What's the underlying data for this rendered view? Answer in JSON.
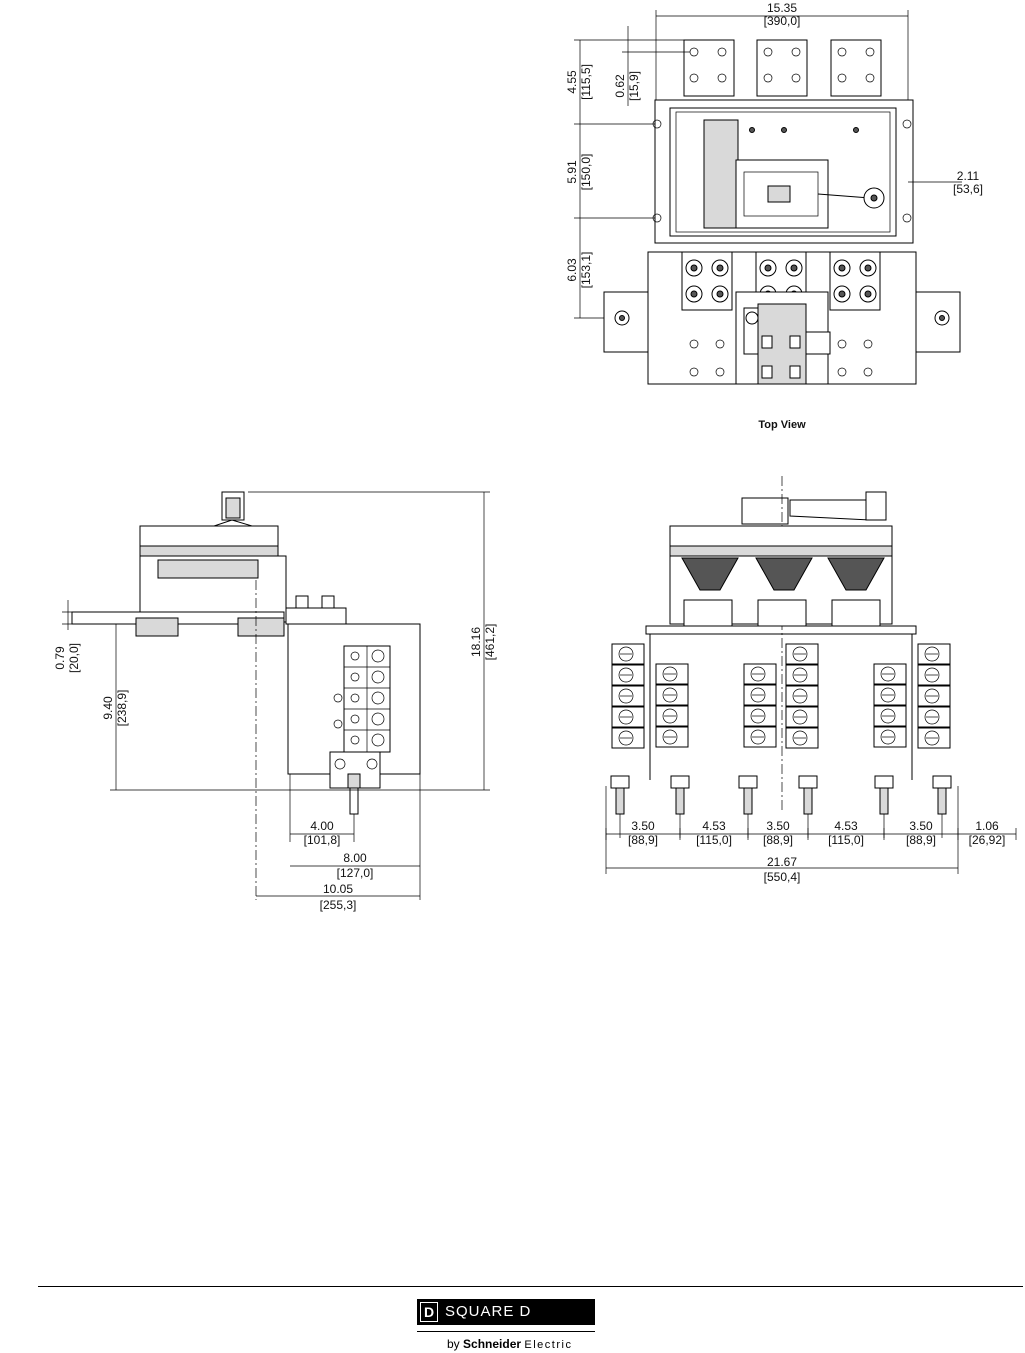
{
  "top_view": {
    "title": "Top View",
    "dims": {
      "overall_width": "15.35",
      "overall_width_mm": "[390,0]",
      "d455": "4.55",
      "d455_mm": "[115,5]",
      "d062": "0.62",
      "d062_mm": "[15,9]",
      "d591": "5.91",
      "d591_mm": "[150,0]",
      "d603": "6.03",
      "d603_mm": "[153,1]",
      "d211": "2.11",
      "d211_mm": "[53,6]"
    }
  },
  "side_view": {
    "dims": {
      "d079": "0.79",
      "d079_mm": "[20,0]",
      "d940": "9.40",
      "d940_mm": "[238,9]",
      "d1816": "18.16",
      "d1816_mm": "[461,2]",
      "d400": "4.00",
      "d400_mm": "[101,8]",
      "d800": "8.00",
      "d800_mm": "[127,0]",
      "d1005": "10.05",
      "d1005_mm": "[255,3]"
    }
  },
  "front_view": {
    "spacings": [
      {
        "value": "3.50",
        "mm": "[88,9]"
      },
      {
        "value": "4.53",
        "mm": "[115,0]"
      },
      {
        "value": "3.50",
        "mm": "[88,9]"
      },
      {
        "value": "4.53",
        "mm": "[115,0]"
      },
      {
        "value": "3.50",
        "mm": "[88,9]"
      },
      {
        "value": "1.06",
        "mm": "[26,92]"
      }
    ],
    "overall": "21.67",
    "overall_mm": "[550,4]"
  },
  "footer": {
    "brand_letter": "D",
    "brand_name": "SQUARE D",
    "by": "by",
    "parent": "Schneider",
    "parent_suffix": "Electric"
  }
}
